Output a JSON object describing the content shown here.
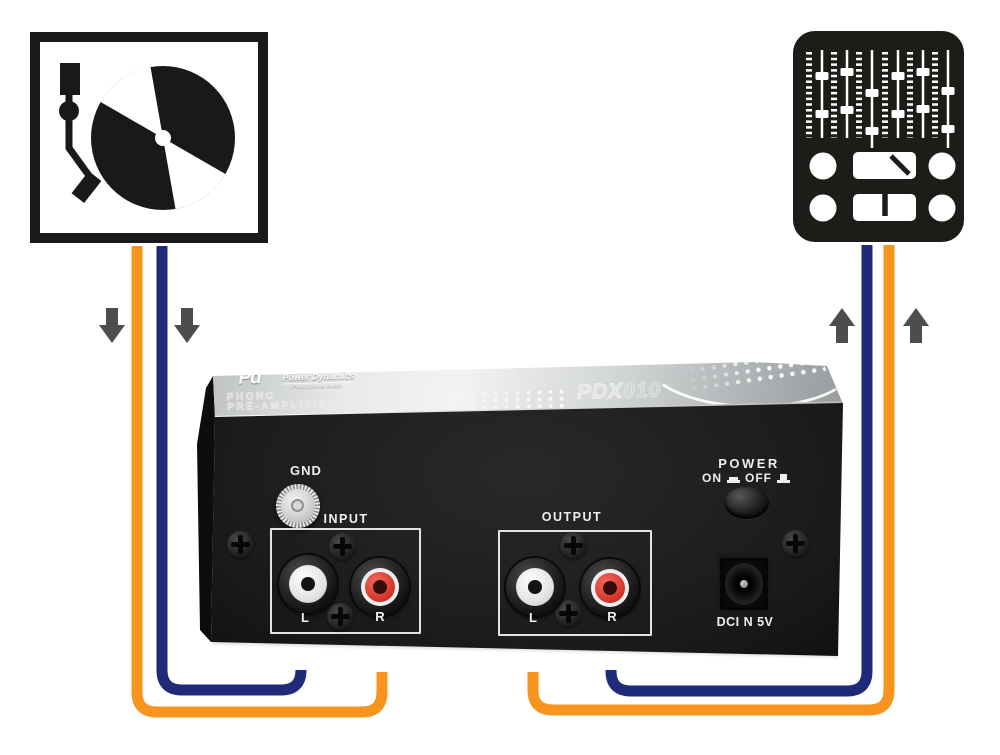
{
  "icons": {
    "turntable": "turntable-icon",
    "mixer": "mixer-icon"
  },
  "signal_flow": {
    "left_side": "down",
    "right_side": "up"
  },
  "preamp": {
    "brand": {
      "logo": "Pd",
      "name": "Power Dynamics",
      "tagline": "Professional Audio"
    },
    "model": {
      "line1": "PHONO",
      "line2": "PRE-AMPLIFIER",
      "code": "PDX",
      "code_suffix": "010"
    },
    "panel": {
      "gnd": "GND",
      "input": {
        "label": "INPUT",
        "left": "L",
        "right": "R"
      },
      "output": {
        "label": "OUTPUT",
        "left": "L",
        "right": "R"
      },
      "power": {
        "label": "POWER",
        "on": "ON",
        "off": "OFF"
      },
      "dc": "DCI N 5V"
    }
  },
  "colors": {
    "cable_orange": "#F7941E",
    "cable_blue": "#1F2A78",
    "arrow_gray": "#4D4D4D",
    "icon_black": "#1E1C19"
  }
}
